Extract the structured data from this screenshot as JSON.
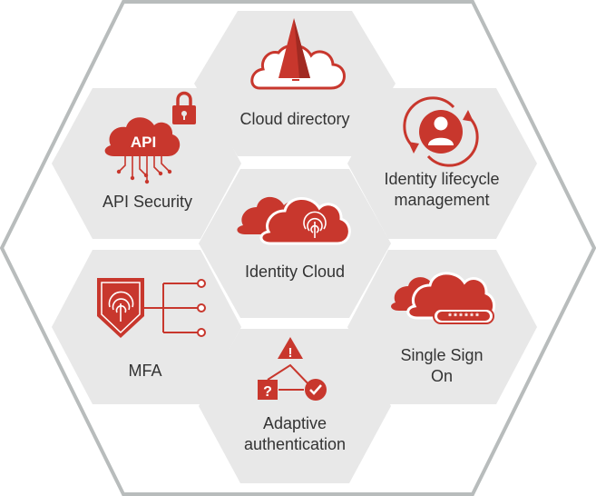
{
  "colors": {
    "outline": "#b8bcbc",
    "hex_fill": "#e8e8e8",
    "accent": "#c8372d",
    "text": "#333333"
  },
  "center": {
    "label": "Identity Cloud",
    "icon": "fingerprint-cloud-icon"
  },
  "features": [
    {
      "label": "Cloud directory",
      "icon": "cloud-directory-icon"
    },
    {
      "label": "Identity lifecycle management",
      "icon": "lifecycle-user-icon"
    },
    {
      "label": "Single Sign On",
      "icon": "sso-password-cloud-icon"
    },
    {
      "label": "Adaptive authentication",
      "icon": "adaptive-auth-icon"
    },
    {
      "label": "MFA",
      "icon": "fingerprint-shield-icon"
    },
    {
      "label": "API Security",
      "icon": "api-cloud-lock-icon"
    }
  ],
  "icon_text": {
    "api": "API",
    "question": "?",
    "alert": "!",
    "password": "******"
  }
}
